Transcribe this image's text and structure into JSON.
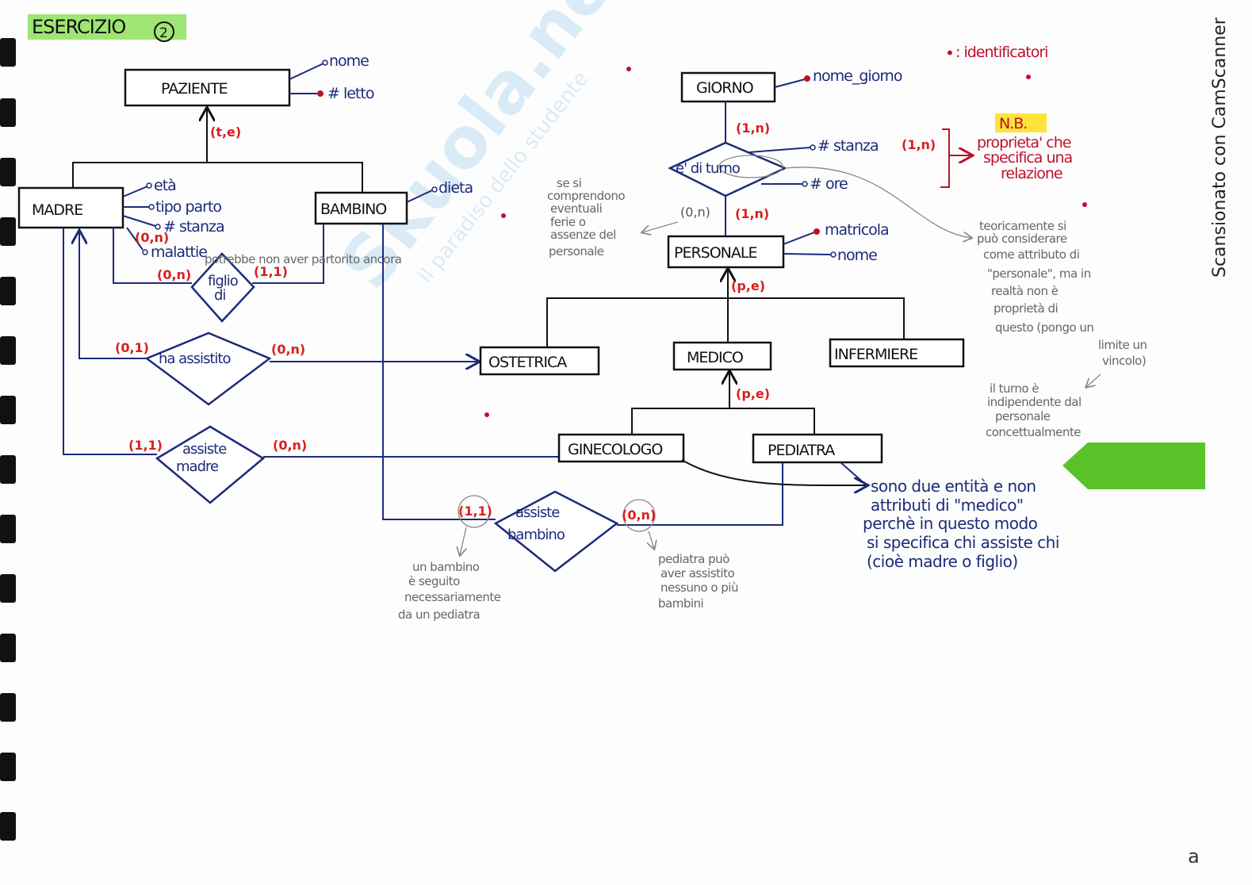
{
  "title": "ESERCIZIO",
  "title_number": "2",
  "scanner_label": "Scansionato con CamScanner",
  "page_mark": "a",
  "watermark": {
    "brand": "Skuola.net",
    "tagline": "il paradiso dello studente"
  },
  "legend": {
    "symbol": "•",
    "label": ": identificatori"
  },
  "entities": {
    "paziente": "PAZIENTE",
    "madre": "MADRE",
    "bambino": "BAMBINO",
    "ostetrica": "OSTETRICA",
    "giorno": "GIORNO",
    "personale": "PERSONALE",
    "medico": "MEDICO",
    "infermiere": "INFERMIERE",
    "ginecologo": "GINECOLOGO",
    "pediatra": "PEDIATRA"
  },
  "relationships": {
    "figlio_di": [
      "figlio",
      "di"
    ],
    "ha_assistito": "ha assistito",
    "assiste_madre": [
      "assiste",
      "madre"
    ],
    "assiste_bambino": [
      "assiste",
      "bambino"
    ],
    "e_di_turno": "e' di turno"
  },
  "attributes": {
    "paziente": [
      "nome",
      "# letto"
    ],
    "madre": [
      "età",
      "tipo parto",
      "# stanza",
      "malattie"
    ],
    "bambino": [
      "dieta"
    ],
    "giorno": [
      "nome_giorno"
    ],
    "turno": [
      "# stanza",
      "# ore"
    ],
    "personale": [
      "matricola",
      "nome"
    ]
  },
  "cardinalities": {
    "paziente_gen": "(t,e)",
    "malattie": "(0,n)",
    "figlio_madre": "(0,n)",
    "figlio_bambino": "(1,1)",
    "assistito_madre": "(0,1)",
    "assistito_ostetrica": "(0,n)",
    "assmadre_madre": "(1,1)",
    "assmadre_gin": "(0,n)",
    "assbamb_bambino": "(1,1)",
    "assbamb_ped": "(0,n)",
    "turno_giorno": "(1,n)",
    "turno_stanza": "(1,n)",
    "turno_pers_alt": "(0,n)",
    "turno_pers": "(1,n)",
    "personale_gen": "(p,e)",
    "medico_gen": "(p,e)"
  },
  "notes": {
    "potrebbe": "potrebbe non aver partorito ancora",
    "ferie": [
      "se si",
      "comprendono",
      "eventuali",
      "ferie o",
      "assenze del",
      "personale"
    ],
    "nb_label": "N.B.",
    "nb": [
      "proprieta' che",
      "specifica una",
      "relazione"
    ],
    "teoricamente": [
      "teoricamente si",
      "può considerare",
      "come attributo di",
      "\"personale\", ma in",
      "realtà non è",
      "proprietà di",
      "questo (pongo un",
      "limite un",
      "vincolo)"
    ],
    "turno": [
      "il turno è",
      "indipendente dal",
      "personale",
      "concettualmente"
    ],
    "entita": [
      "sono due entità e non",
      "attributi di \"medico\"",
      "perchè in questo modo",
      "si specifica chi assiste chi",
      "(cioè madre o figlio)"
    ],
    "bambino_seguito": [
      "un bambino",
      "è seguito",
      "necessariamente",
      "da un pediatra"
    ],
    "pediatra_puo": [
      "pediatra può",
      "aver assistito",
      "nessuno o più",
      "bambini"
    ]
  },
  "colors": {
    "ink": "#111111",
    "blue": "#1d2a7a",
    "red": "#d8201e",
    "highlight_green": "#8ee05a",
    "highlight_yellow": "#ffe23a",
    "tab_green": "#5cc22a"
  }
}
